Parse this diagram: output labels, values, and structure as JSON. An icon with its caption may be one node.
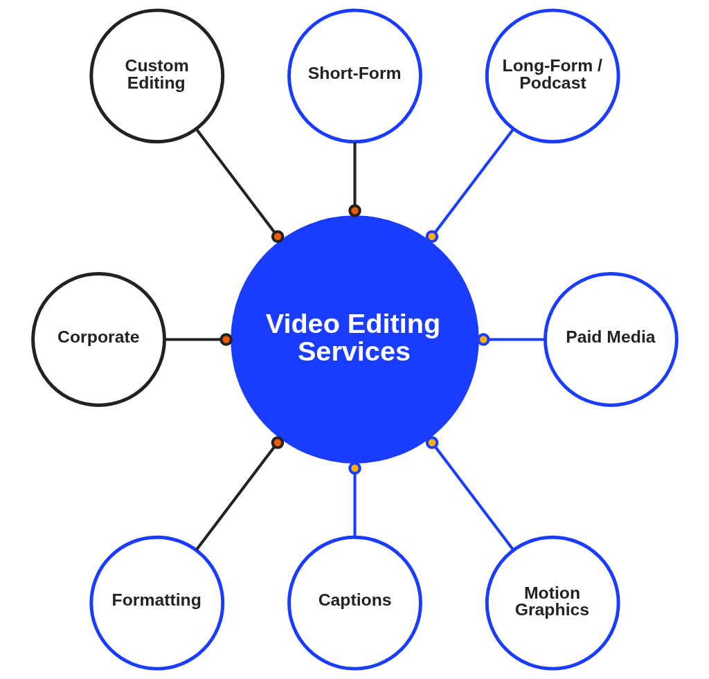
{
  "diagram": {
    "nodes": [
      {
        "text": [
          "Short-Form"
        ]
      },
      {
        "text": [
          "Custom Editing"
        ]
      },
      {
        "text": [
          "Long-Form / Podcast"
        ]
      },
      {
        "text": [
          "Video Editing Services"
        ]
      },
      {
        "text": [
          "Corporate"
        ]
      },
      {
        "text": [
          "Paid Media"
        ]
      },
      {
        "text": [
          "Formatting"
        ]
      },
      {
        "text": [
          "Motion Graphics"
        ]
      },
      {
        "text": [
          "Captions"
        ]
      }
    ],
    "edges": [
      {
        "from": 3,
        "to": 0,
        "arrow": "other",
        "color": "#222222"
      },
      {
        "from": 3,
        "to": 2,
        "arrow": "other",
        "color": "#1a3cff"
      },
      {
        "from": 3,
        "to": 5,
        "arrow": "other",
        "color": "#1a3cff"
      },
      {
        "from": 3,
        "to": 7,
        "arrow": "other",
        "color": "#1a3cff"
      },
      {
        "from": 3,
        "to": 8,
        "arrow": "other",
        "color": "#1a3cff"
      },
      {
        "from": 3,
        "to": 6,
        "arrow": "other",
        "color": "#222222"
      },
      {
        "from": 3,
        "to": 4,
        "arrow": "other",
        "color": "#222222"
      },
      {
        "from": 3,
        "to": 1,
        "arrow": "other",
        "color": "#222222"
      }
    ]
  }
}
